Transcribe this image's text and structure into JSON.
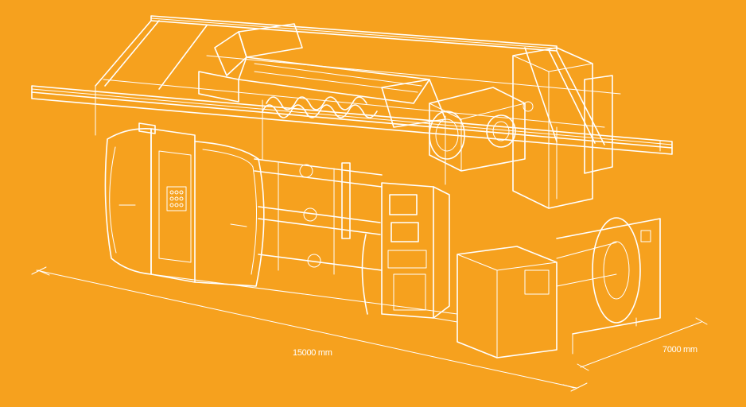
{
  "colors": {
    "background": "#F6A11E",
    "line": "#FFFFFF"
  },
  "drawing": {
    "subject": "machine-line-drawing"
  },
  "dimensions": {
    "length_label": "15000 mm",
    "width_label": "7000 mm"
  }
}
